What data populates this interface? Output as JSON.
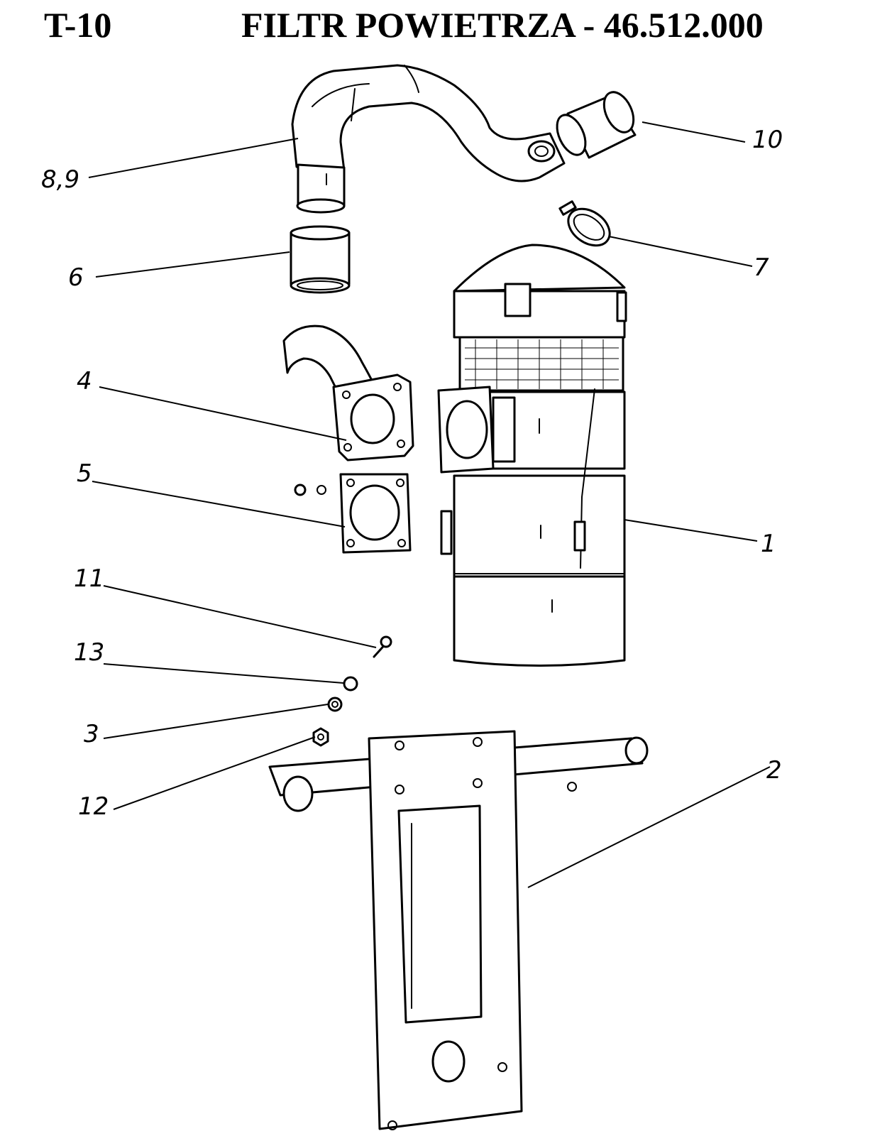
{
  "header": {
    "code": "T-10",
    "title": "FILTR POWIETRZA - 46.512.000"
  },
  "callouts": {
    "c8_9": "8,9",
    "c10": "10",
    "c6": "6",
    "c7": "7",
    "c4": "4",
    "c5": "5",
    "c1": "1",
    "c11": "11",
    "c13": "13",
    "c3": "3",
    "c12": "12",
    "c2": "2"
  }
}
